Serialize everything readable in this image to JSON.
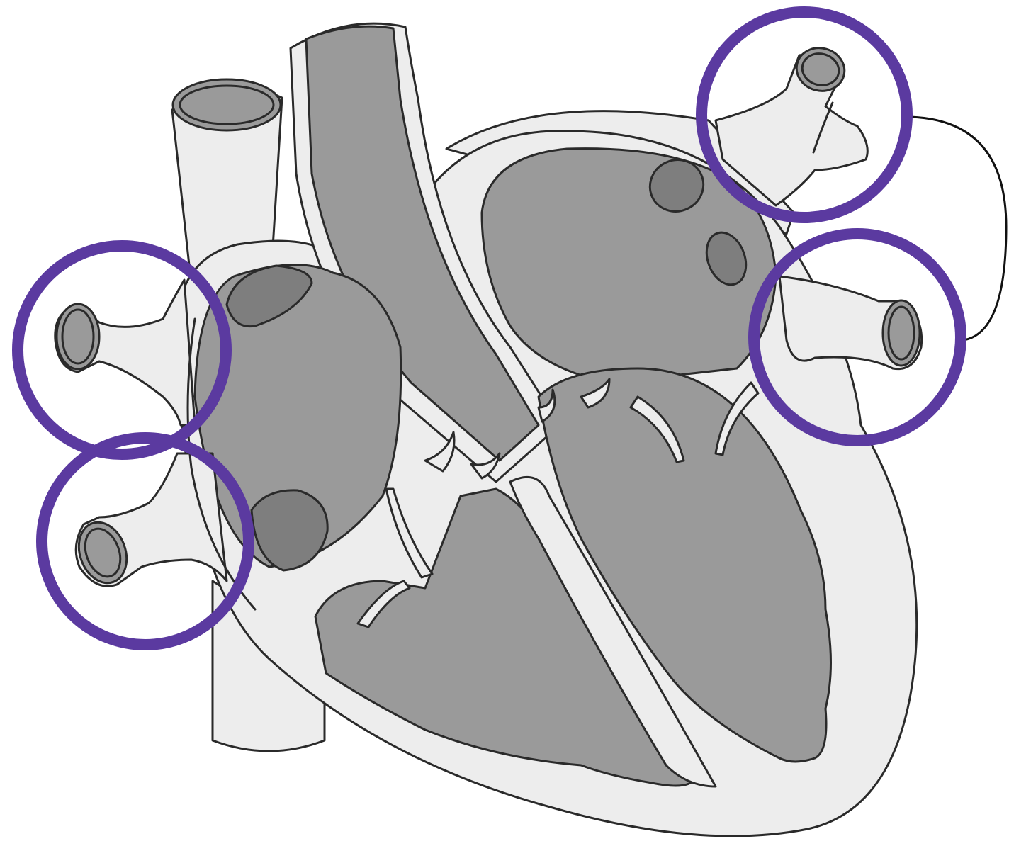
{
  "diagram": {
    "subject": "heart-cross-section",
    "highlight_color": "#5b3aa0",
    "tissue_fill": "#ededed",
    "chamber_fill": "#9a9a9a",
    "dark_fill": "#7e7e7e",
    "outline_color": "#2a2a2a",
    "highlighted_structures": [
      "upper-left-vessel-ring",
      "lower-left-vessel-ring",
      "upper-right-vessel-ring",
      "middle-right-vessel-ring"
    ],
    "bracket_present": true
  }
}
